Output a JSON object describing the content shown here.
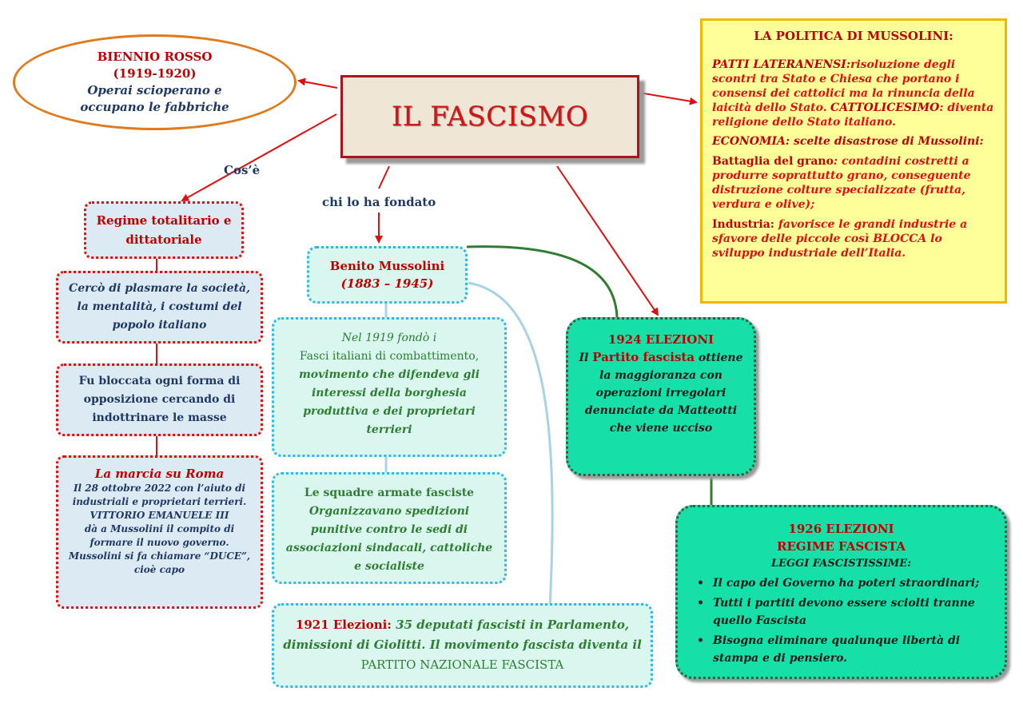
{
  "title": "IL FASCISMO",
  "biennio": {
    "title": "BIENNIO ROSSO",
    "years": "(1919-1920)",
    "text": "Operai scioperano e occupano le fabbriche"
  },
  "edges": {
    "cose": "Cos’è",
    "fondato": "chi lo ha fondato"
  },
  "politica": {
    "heading": "LA POLITICA DI MUSSOLINI:",
    "patti_label": "PATTI LATERANENSI:",
    "patti_text": "risoluzione degli scontri tra Stato e Chiesa che portano i consensi dei cattolici ma la rinuncia della laicità dello Stato.",
    "catt_label": "CATTOLICESIMO",
    "catt_text": ": diventa religione dello Stato italiano.",
    "economia": "ECONOMIA: scelte disastrose di Mussolini:",
    "grano_label": "Battaglia del grano",
    "grano_text": ": contadini costretti a produrre soprattutto grano, conseguente distruzione colture specializzate (frutta, verdura e olive);",
    "ind_label": "Industria:",
    "ind_text": " favorisce le grandi industrie a sfavore delle piccole così BLOCCA lo sviluppo industriale dell’Italia."
  },
  "regime": "Regime totalitario e dittatoriale",
  "plasmare": "Cercò di plasmare la società, la mentalità, i costumi del popolo italiano",
  "bloccata": "Fu bloccata ogni forma di opposizione cercando di indottrinare le masse",
  "marcia": {
    "title": "La marcia su Roma",
    "line1": "Il 28 ottobre 2022 con l’aiuto di industriali e proprietari terrieri.",
    "line2": "VITTORIO EMANUELE III",
    "line3": "dà a Mussolini il compito di formare il nuovo governo.",
    "line4": "Mussolini si fa chiamare “DUCE”, cioè capo"
  },
  "mussolini": {
    "name": "Benito Mussolini",
    "years": "(1883 – 1945)"
  },
  "fasci": {
    "l1": "Nel 1919 fondò i",
    "l2": "Fasci italiani di combattimento,",
    "l3": "movimento che difendeva gli interessi della borghesia produttiva e dei proprietari terrieri"
  },
  "squadre": {
    "title": "Le squadre armate fasciste",
    "text": "Organizzavano spedizioni punitive contro le sedi di associazioni sindacali, cattoliche e socialiste"
  },
  "el1921": {
    "label": "1921 Elezioni:",
    "text": " 35 deputati fascisti in Parlamento, dimissioni di Giolitti. Il movimento fascista diventa il",
    "party": "PARTITO NAZIONALE FASCISTA"
  },
  "el1924": {
    "title": "1924 ELEZIONI",
    "pre": "Il ",
    "party": "Partito fascista",
    "text": " ottiene la maggioranza con operazioni irregolari denunciate da Matteotti che viene ucciso"
  },
  "el1926": {
    "title": "1926 ELEZIONI",
    "subtitle": "REGIME FASCISTA",
    "laws": "LEGGI FASCISTISSIME:",
    "items": [
      "Il capo del Governo ha poteri straordinari;",
      "Tutti i partiti devono essere sciolti tranne quello Fascista",
      "Bisogna eliminare qualunque libertà di stampa e di pensiero."
    ]
  },
  "colors": {
    "red": "#e01010",
    "title_red": "#d11515",
    "navy": "#1f3864",
    "green": "#2e7d32",
    "teal": "#16e0a8",
    "yellow": "#ffff99",
    "cyan_border": "#33b5e8"
  }
}
